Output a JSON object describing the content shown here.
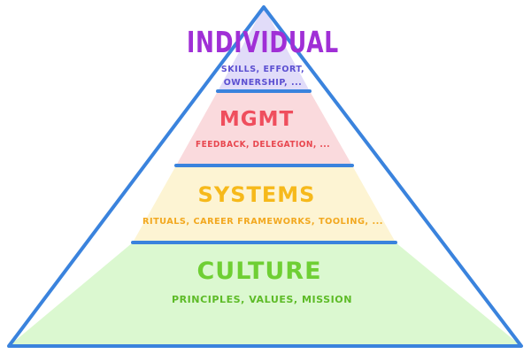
{
  "layers": [
    {
      "title": "INDIVIDUAL",
      "subtitle_line1": "SKILLS, EFFORT,",
      "subtitle_line2": "OWNERSHIP, ...",
      "fill": "#e1dcf9",
      "title_color": "#a02fd6",
      "subtitle_color": "#5b4fd1"
    },
    {
      "title": "MGMT",
      "subtitle": "FEEDBACK, DELEGATION, ...",
      "fill": "#fadadd",
      "title_color": "#ef4e5d",
      "subtitle_color": "#e8474f"
    },
    {
      "title": "SYSTEMS",
      "subtitle": "RITUALS, CAREER FRAMEWORKS, TOOLING, ...",
      "fill": "#fdf4d3",
      "title_color": "#f6b91b",
      "subtitle_color": "#f2a81f"
    },
    {
      "title": "CULTURE",
      "subtitle": "PRINCIPLES, VALUES, MISSION",
      "fill": "#dbf8d0",
      "title_color": "#6fcf34",
      "subtitle_color": "#5dbb27"
    }
  ],
  "outline_color": "#3a83dd"
}
